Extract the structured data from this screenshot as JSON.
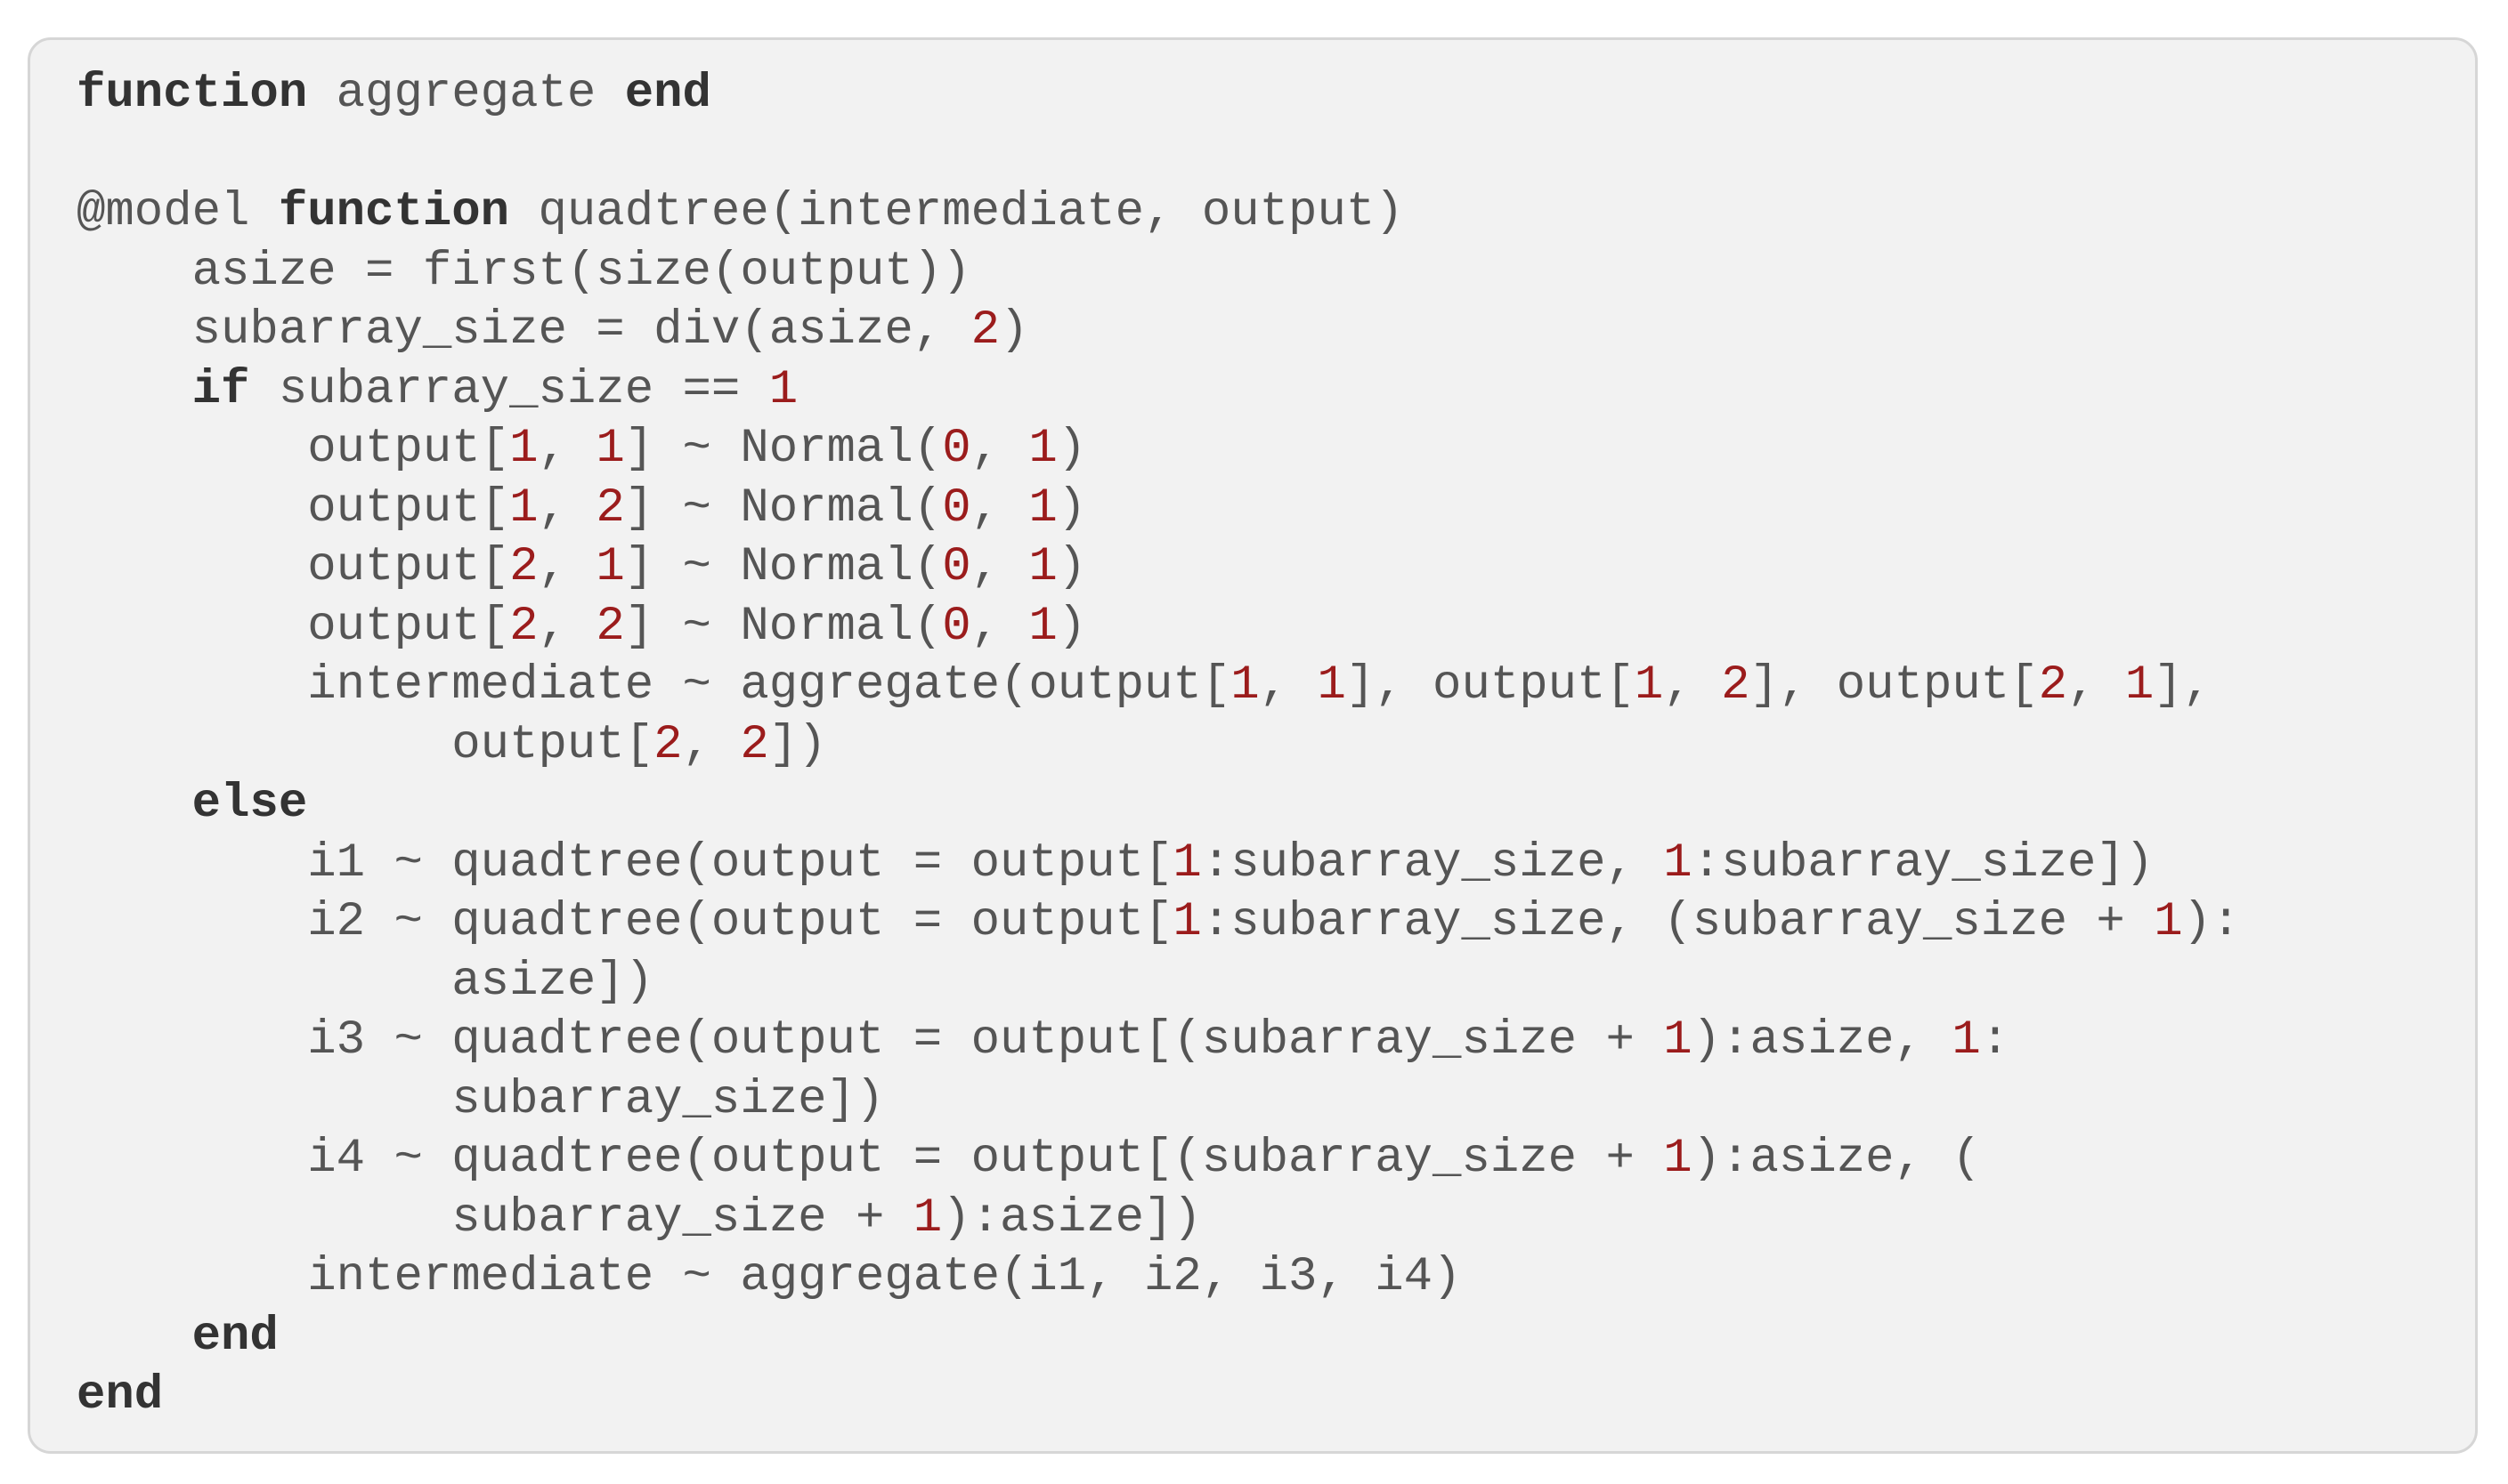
{
  "code": {
    "language": "Julia",
    "colors": {
      "background": "#f2f2f2",
      "border": "#d6d6d6",
      "text": "#555555",
      "keyword": "#333333",
      "number": "#9b1c1c"
    },
    "lines": [
      [
        {
          "t": "kw",
          "v": "function"
        },
        {
          "t": "tx",
          "v": " aggregate "
        },
        {
          "t": "kw",
          "v": "end"
        }
      ],
      [],
      [
        {
          "t": "tx",
          "v": "@model "
        },
        {
          "t": "kw",
          "v": "function"
        },
        {
          "t": "tx",
          "v": " quadtree(intermediate, output)"
        }
      ],
      [
        {
          "t": "tx",
          "v": "    asize = first(size(output))"
        }
      ],
      [
        {
          "t": "tx",
          "v": "    subarray_size = div(asize, "
        },
        {
          "t": "num",
          "v": "2"
        },
        {
          "t": "tx",
          "v": ")"
        }
      ],
      [
        {
          "t": "tx",
          "v": "    "
        },
        {
          "t": "kw",
          "v": "if"
        },
        {
          "t": "tx",
          "v": " subarray_size == "
        },
        {
          "t": "num",
          "v": "1"
        }
      ],
      [
        {
          "t": "tx",
          "v": "        output["
        },
        {
          "t": "num",
          "v": "1"
        },
        {
          "t": "tx",
          "v": ", "
        },
        {
          "t": "num",
          "v": "1"
        },
        {
          "t": "tx",
          "v": "] ~ Normal("
        },
        {
          "t": "num",
          "v": "0"
        },
        {
          "t": "tx",
          "v": ", "
        },
        {
          "t": "num",
          "v": "1"
        },
        {
          "t": "tx",
          "v": ")"
        }
      ],
      [
        {
          "t": "tx",
          "v": "        output["
        },
        {
          "t": "num",
          "v": "1"
        },
        {
          "t": "tx",
          "v": ", "
        },
        {
          "t": "num",
          "v": "2"
        },
        {
          "t": "tx",
          "v": "] ~ Normal("
        },
        {
          "t": "num",
          "v": "0"
        },
        {
          "t": "tx",
          "v": ", "
        },
        {
          "t": "num",
          "v": "1"
        },
        {
          "t": "tx",
          "v": ")"
        }
      ],
      [
        {
          "t": "tx",
          "v": "        output["
        },
        {
          "t": "num",
          "v": "2"
        },
        {
          "t": "tx",
          "v": ", "
        },
        {
          "t": "num",
          "v": "1"
        },
        {
          "t": "tx",
          "v": "] ~ Normal("
        },
        {
          "t": "num",
          "v": "0"
        },
        {
          "t": "tx",
          "v": ", "
        },
        {
          "t": "num",
          "v": "1"
        },
        {
          "t": "tx",
          "v": ")"
        }
      ],
      [
        {
          "t": "tx",
          "v": "        output["
        },
        {
          "t": "num",
          "v": "2"
        },
        {
          "t": "tx",
          "v": ", "
        },
        {
          "t": "num",
          "v": "2"
        },
        {
          "t": "tx",
          "v": "] ~ Normal("
        },
        {
          "t": "num",
          "v": "0"
        },
        {
          "t": "tx",
          "v": ", "
        },
        {
          "t": "num",
          "v": "1"
        },
        {
          "t": "tx",
          "v": ")"
        }
      ],
      [
        {
          "t": "tx",
          "v": "        intermediate ~ aggregate(output["
        },
        {
          "t": "num",
          "v": "1"
        },
        {
          "t": "tx",
          "v": ", "
        },
        {
          "t": "num",
          "v": "1"
        },
        {
          "t": "tx",
          "v": "], output["
        },
        {
          "t": "num",
          "v": "1"
        },
        {
          "t": "tx",
          "v": ", "
        },
        {
          "t": "num",
          "v": "2"
        },
        {
          "t": "tx",
          "v": "], output["
        },
        {
          "t": "num",
          "v": "2"
        },
        {
          "t": "tx",
          "v": ", "
        },
        {
          "t": "num",
          "v": "1"
        },
        {
          "t": "tx",
          "v": "],"
        }
      ],
      [
        {
          "t": "tx",
          "v": "             output["
        },
        {
          "t": "num",
          "v": "2"
        },
        {
          "t": "tx",
          "v": ", "
        },
        {
          "t": "num",
          "v": "2"
        },
        {
          "t": "tx",
          "v": "])"
        }
      ],
      [
        {
          "t": "tx",
          "v": "    "
        },
        {
          "t": "kw",
          "v": "else"
        }
      ],
      [
        {
          "t": "tx",
          "v": "        i1 ~ quadtree(output = output["
        },
        {
          "t": "num",
          "v": "1"
        },
        {
          "t": "tx",
          "v": ":subarray_size, "
        },
        {
          "t": "num",
          "v": "1"
        },
        {
          "t": "tx",
          "v": ":subarray_size])"
        }
      ],
      [
        {
          "t": "tx",
          "v": "        i2 ~ quadtree(output = output["
        },
        {
          "t": "num",
          "v": "1"
        },
        {
          "t": "tx",
          "v": ":subarray_size, (subarray_size + "
        },
        {
          "t": "num",
          "v": "1"
        },
        {
          "t": "tx",
          "v": "):"
        }
      ],
      [
        {
          "t": "tx",
          "v": "             asize])"
        }
      ],
      [
        {
          "t": "tx",
          "v": "        i3 ~ quadtree(output = output[(subarray_size + "
        },
        {
          "t": "num",
          "v": "1"
        },
        {
          "t": "tx",
          "v": "):asize, "
        },
        {
          "t": "num",
          "v": "1"
        },
        {
          "t": "tx",
          "v": ":"
        }
      ],
      [
        {
          "t": "tx",
          "v": "             subarray_size])"
        }
      ],
      [
        {
          "t": "tx",
          "v": "        i4 ~ quadtree(output = output[(subarray_size + "
        },
        {
          "t": "num",
          "v": "1"
        },
        {
          "t": "tx",
          "v": "):asize, ("
        }
      ],
      [
        {
          "t": "tx",
          "v": "             subarray_size + "
        },
        {
          "t": "num",
          "v": "1"
        },
        {
          "t": "tx",
          "v": "):asize])"
        }
      ],
      [
        {
          "t": "tx",
          "v": "        intermediate ~ aggregate(i1, i2, i3, i4)"
        }
      ],
      [
        {
          "t": "tx",
          "v": "    "
        },
        {
          "t": "kw",
          "v": "end"
        }
      ],
      [
        {
          "t": "kw",
          "v": "end"
        }
      ]
    ]
  }
}
